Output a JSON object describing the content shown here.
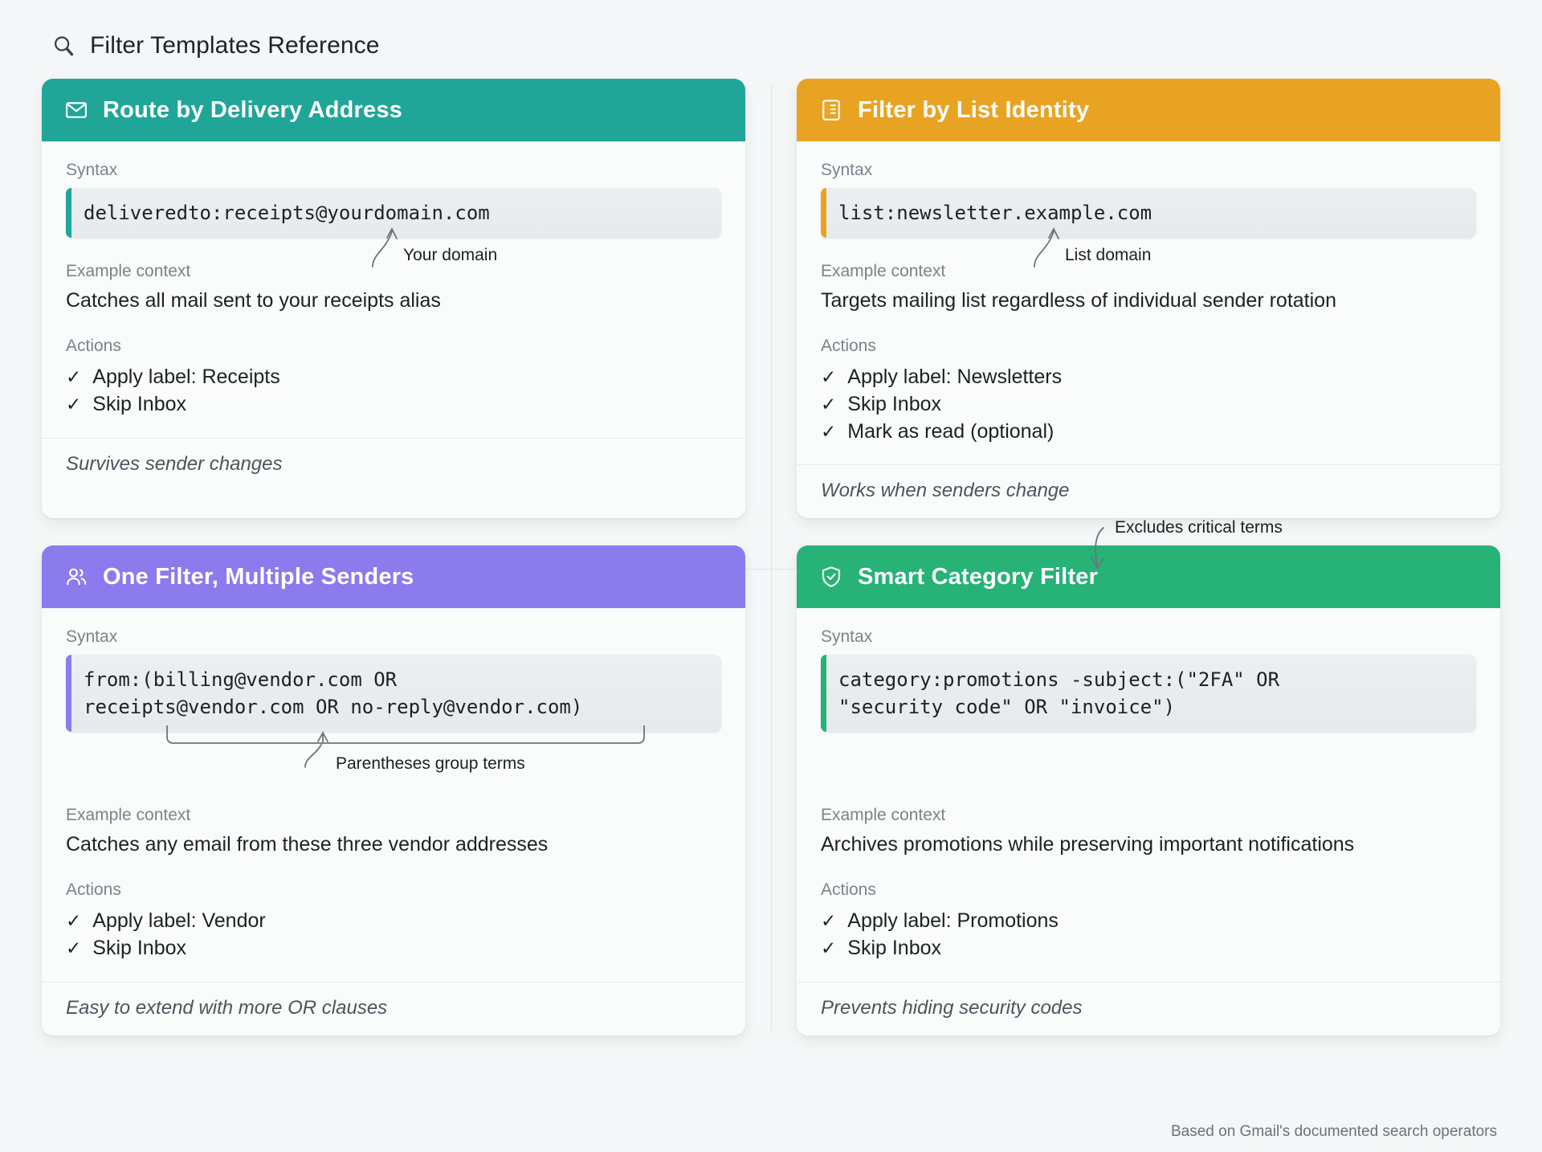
{
  "header": {
    "icon": "search-icon",
    "title": "Filter Templates Reference"
  },
  "labels": {
    "syntax": "Syntax",
    "example": "Example context",
    "actions": "Actions"
  },
  "cards": [
    {
      "id": "route-by-delivery-address",
      "icon": "envelope-icon",
      "title": "Route by Delivery Address",
      "accent": "#20a699",
      "syntax": "deliveredto:receipts@yourdomain.com",
      "annotation": "Your domain",
      "example": "Catches all mail sent to your receipts alias",
      "actions": [
        "Apply label: Receipts",
        "Skip Inbox"
      ],
      "footer": "Survives sender changes"
    },
    {
      "id": "filter-by-list-identity",
      "icon": "list-document-icon",
      "title": "Filter by List Identity",
      "accent": "#e9a323",
      "syntax": "list:newsletter.example.com",
      "annotation": "List domain",
      "example": "Targets mailing list regardless of individual sender rotation",
      "actions": [
        "Apply label: Newsletters",
        "Skip Inbox",
        "Mark as read (optional)"
      ],
      "footer": "Works when senders change"
    },
    {
      "id": "one-filter-multiple-senders",
      "icon": "people-icon",
      "title": "One Filter, Multiple Senders",
      "accent": "#8b7bec",
      "syntax": "from:(billing@vendor.com OR\nreceipts@vendor.com OR no-reply@vendor.com)",
      "annotation": "Parentheses group terms",
      "example": "Catches any email from these three vendor addresses",
      "actions": [
        "Apply label: Vendor",
        "Skip Inbox"
      ],
      "footer": "Easy to extend with more OR clauses"
    },
    {
      "id": "smart-category-filter",
      "icon": "shield-check-icon",
      "title": "Smart Category Filter",
      "accent": "#27b277",
      "syntax": "category:promotions -subject:(\"2FA\" OR\n\"security code\" OR \"invoice\")",
      "annotation": "Excludes critical terms",
      "example": "Archives promotions while preserving important notifications",
      "actions": [
        "Apply label: Promotions",
        "Skip Inbox"
      ],
      "footer": "Prevents hiding security codes"
    }
  ],
  "check_glyph": "✓",
  "footnote": "Based on Gmail's documented search operators"
}
